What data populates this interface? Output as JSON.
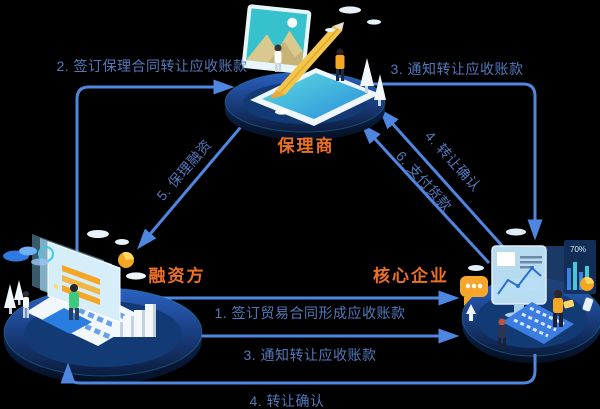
{
  "diagram": {
    "background": "#000000",
    "colors": {
      "arrow": "#4e86e0",
      "flow_label": "#5379bc",
      "entity_label": "#ed7124"
    },
    "entities": {
      "factor": {
        "label": "保理商"
      },
      "financier": {
        "label": "融资方"
      },
      "core": {
        "label": "核心企业"
      }
    },
    "flows": {
      "sign_factoring": {
        "label": "2. 签订保理合同转让应收账款",
        "from": "融资方",
        "to": "保理商"
      },
      "notify_top": {
        "label": "3. 通知转让应收账款",
        "from": "保理商",
        "to": "核心企业"
      },
      "factoring_finance": {
        "label": "5. 保理融资",
        "from": "保理商",
        "to": "融资方"
      },
      "transfer_confirm_diag": {
        "label": "4. 转让确认",
        "from": "核心企业",
        "to": "保理商"
      },
      "pay_goods": {
        "label": "6. 支付货款",
        "from": "核心企业",
        "to": "保理商"
      },
      "sign_trade": {
        "label": "1. 签订贸易合同形成应收账款",
        "from": "融资方",
        "to": "核心企业"
      },
      "notify_bottom": {
        "label": "3. 通知转让应收账款",
        "from": "融资方",
        "to": "核心企业"
      },
      "transfer_confirm_bottom": {
        "label": "4. 转让确认",
        "from": "核心企业",
        "to": "融资方"
      }
    },
    "core_panel": {
      "percent": "70%"
    }
  }
}
